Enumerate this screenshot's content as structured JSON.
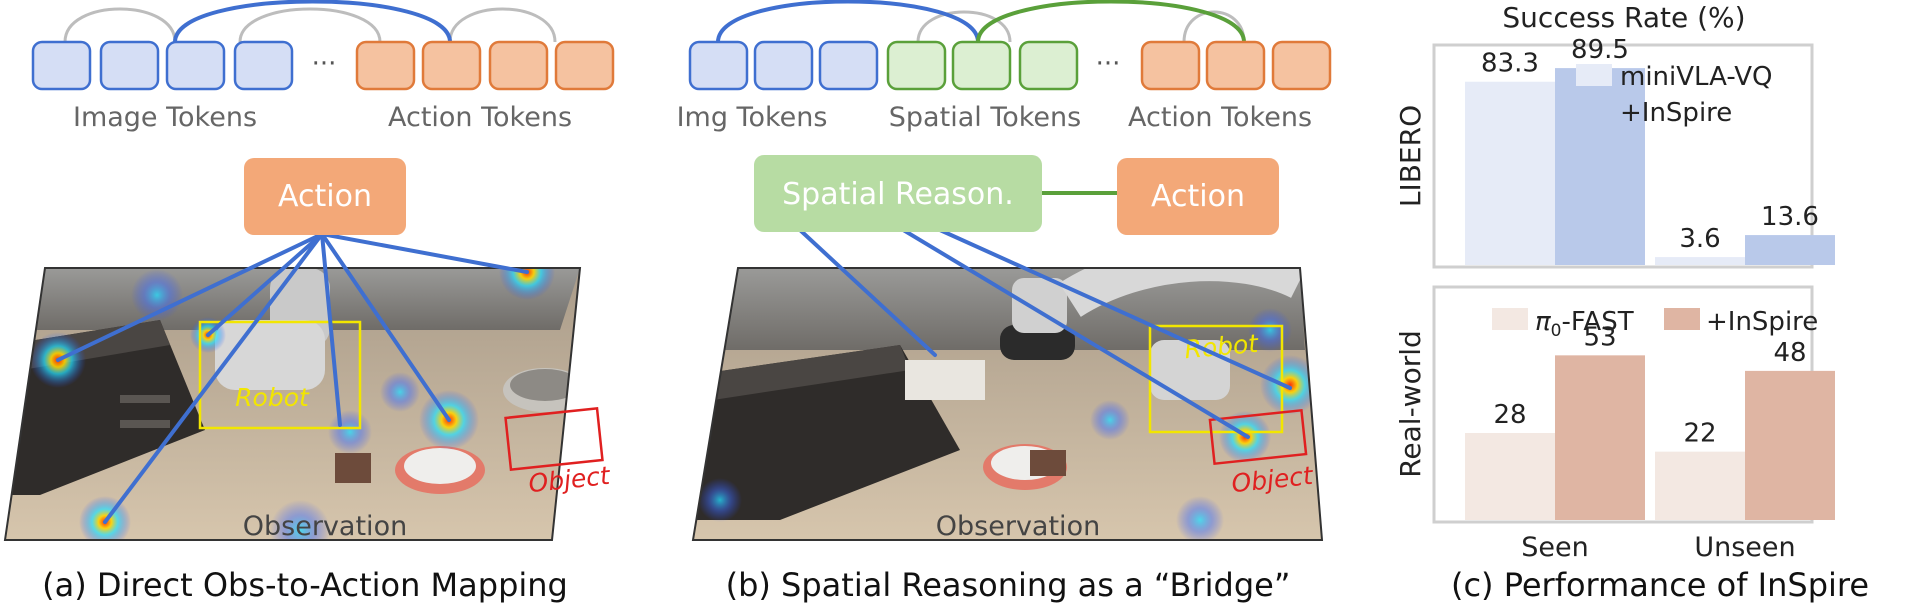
{
  "panel_a": {
    "image_tokens_label": "Image Tokens",
    "action_tokens_label": "Action Tokens",
    "ellipsis": "···",
    "action_box": "Action",
    "robot_label": "Robot",
    "object_label": "Object",
    "observation_label": "Observation",
    "caption": "(a) Direct Obs-to-Action Mapping"
  },
  "panel_b": {
    "img_tokens_label": "Img Tokens",
    "spatial_tokens_label": "Spatial Tokens",
    "action_tokens_label": "Action Tokens",
    "ellipsis": "···",
    "spatial_box": "Spatial Reason.",
    "action_box": "Action",
    "robot_label": "Robot",
    "object_label": "Object",
    "observation_label": "Observation",
    "caption": "(b) Spatial Reasoning as a “Bridge”"
  },
  "panel_c": {
    "caption": "(c) Performance of InSpire",
    "colors": {
      "libero_base": "#e6ebf7",
      "libero_inspire": "#b9c9ea",
      "real_base": "#f3e8e2",
      "real_inspire": "#dfb5a3"
    },
    "chart_data": [
      {
        "type": "bar",
        "title": "Success Rate (%)",
        "ylabel": "LIBERO",
        "categories": [
          "Seen",
          "Unseen"
        ],
        "ylim": [
          0,
          100
        ],
        "legend": "top-right",
        "series": [
          {
            "name": "miniVLA-VQ",
            "values": [
              83.3,
              3.6
            ]
          },
          {
            "name": "+InSpire",
            "values": [
              89.5,
              13.6
            ]
          }
        ]
      },
      {
        "type": "bar",
        "title": "",
        "ylabel": "Real-world",
        "categories": [
          "Seen",
          "Unseen"
        ],
        "ylim": [
          0,
          75
        ],
        "legend": "top",
        "series": [
          {
            "name": "π0-FAST",
            "values": [
              28,
              22
            ]
          },
          {
            "name": "+InSpire",
            "values": [
              53,
              48
            ]
          }
        ]
      }
    ]
  }
}
